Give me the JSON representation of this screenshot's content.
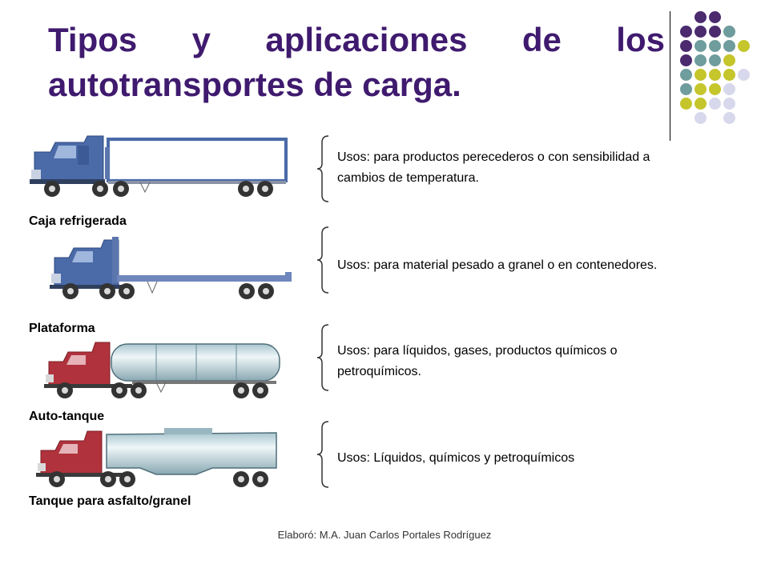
{
  "slide": {
    "title": "Tipos y aplicaciones de los autotransportes de carga.",
    "footer": "Elaboró: M.A. Juan Carlos Portales Rodríguez"
  },
  "trucks": [
    {
      "label": "Caja refrigerada",
      "uses": "Usos: para productos perecederos o con sensibilidad a cambios de temperatura.",
      "cab_color": "#4a6aa8"
    },
    {
      "label": "Plataforma",
      "uses": "Usos: para material pesado a granel o en contenedores.",
      "cab_color": "#4a6aa8"
    },
    {
      "label": "Auto-tanque",
      "uses": "Usos: para líquidos, gases, productos químicos o petroquímicos.",
      "cab_color": "#b0323c"
    },
    {
      "label": "Tanque para asfalto/granel",
      "uses": "Usos: Líquidos, químicos y petroquímicos",
      "cab_color": "#b0323c"
    }
  ],
  "decoration": {
    "dot_colors": {
      "purple": "#4b2a6e",
      "teal": "#6f9c9c",
      "olive": "#c5c52c",
      "lavender": "#d8d8ec"
    }
  }
}
